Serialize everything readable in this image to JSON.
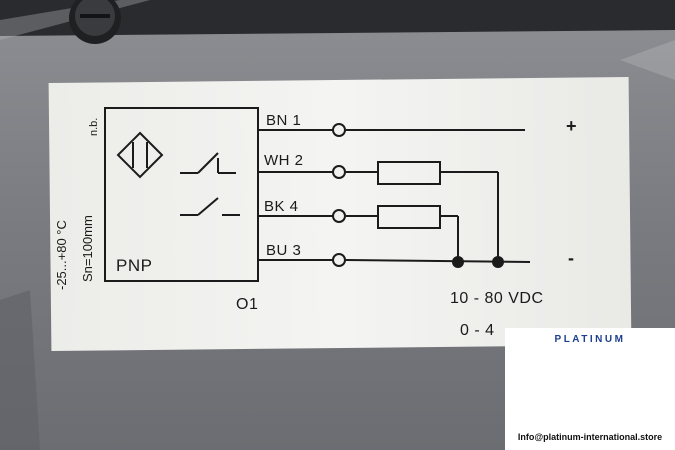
{
  "diagram": {
    "nb_mark": "n.b.",
    "temp_range": "-25...+80 °C",
    "sensing_range": "Sn=100mm",
    "output_type": "PNP",
    "output_name": "O1",
    "wires": [
      {
        "label": "BN 1"
      },
      {
        "label": "WH 2"
      },
      {
        "label": "BK 4"
      },
      {
        "label": "BU 3"
      }
    ],
    "plus_sign": "+",
    "minus_sign": "-",
    "voltage": "10 - 80 VDC",
    "current_partial": "0 - 4"
  },
  "brand": {
    "name": "PLATINUM",
    "email": "Info@platinum-international.store",
    "color": "#1f3f8f"
  },
  "colors": {
    "background": "#7b7d82",
    "label": "#f1f1ef",
    "ink": "#1b1b1b"
  }
}
